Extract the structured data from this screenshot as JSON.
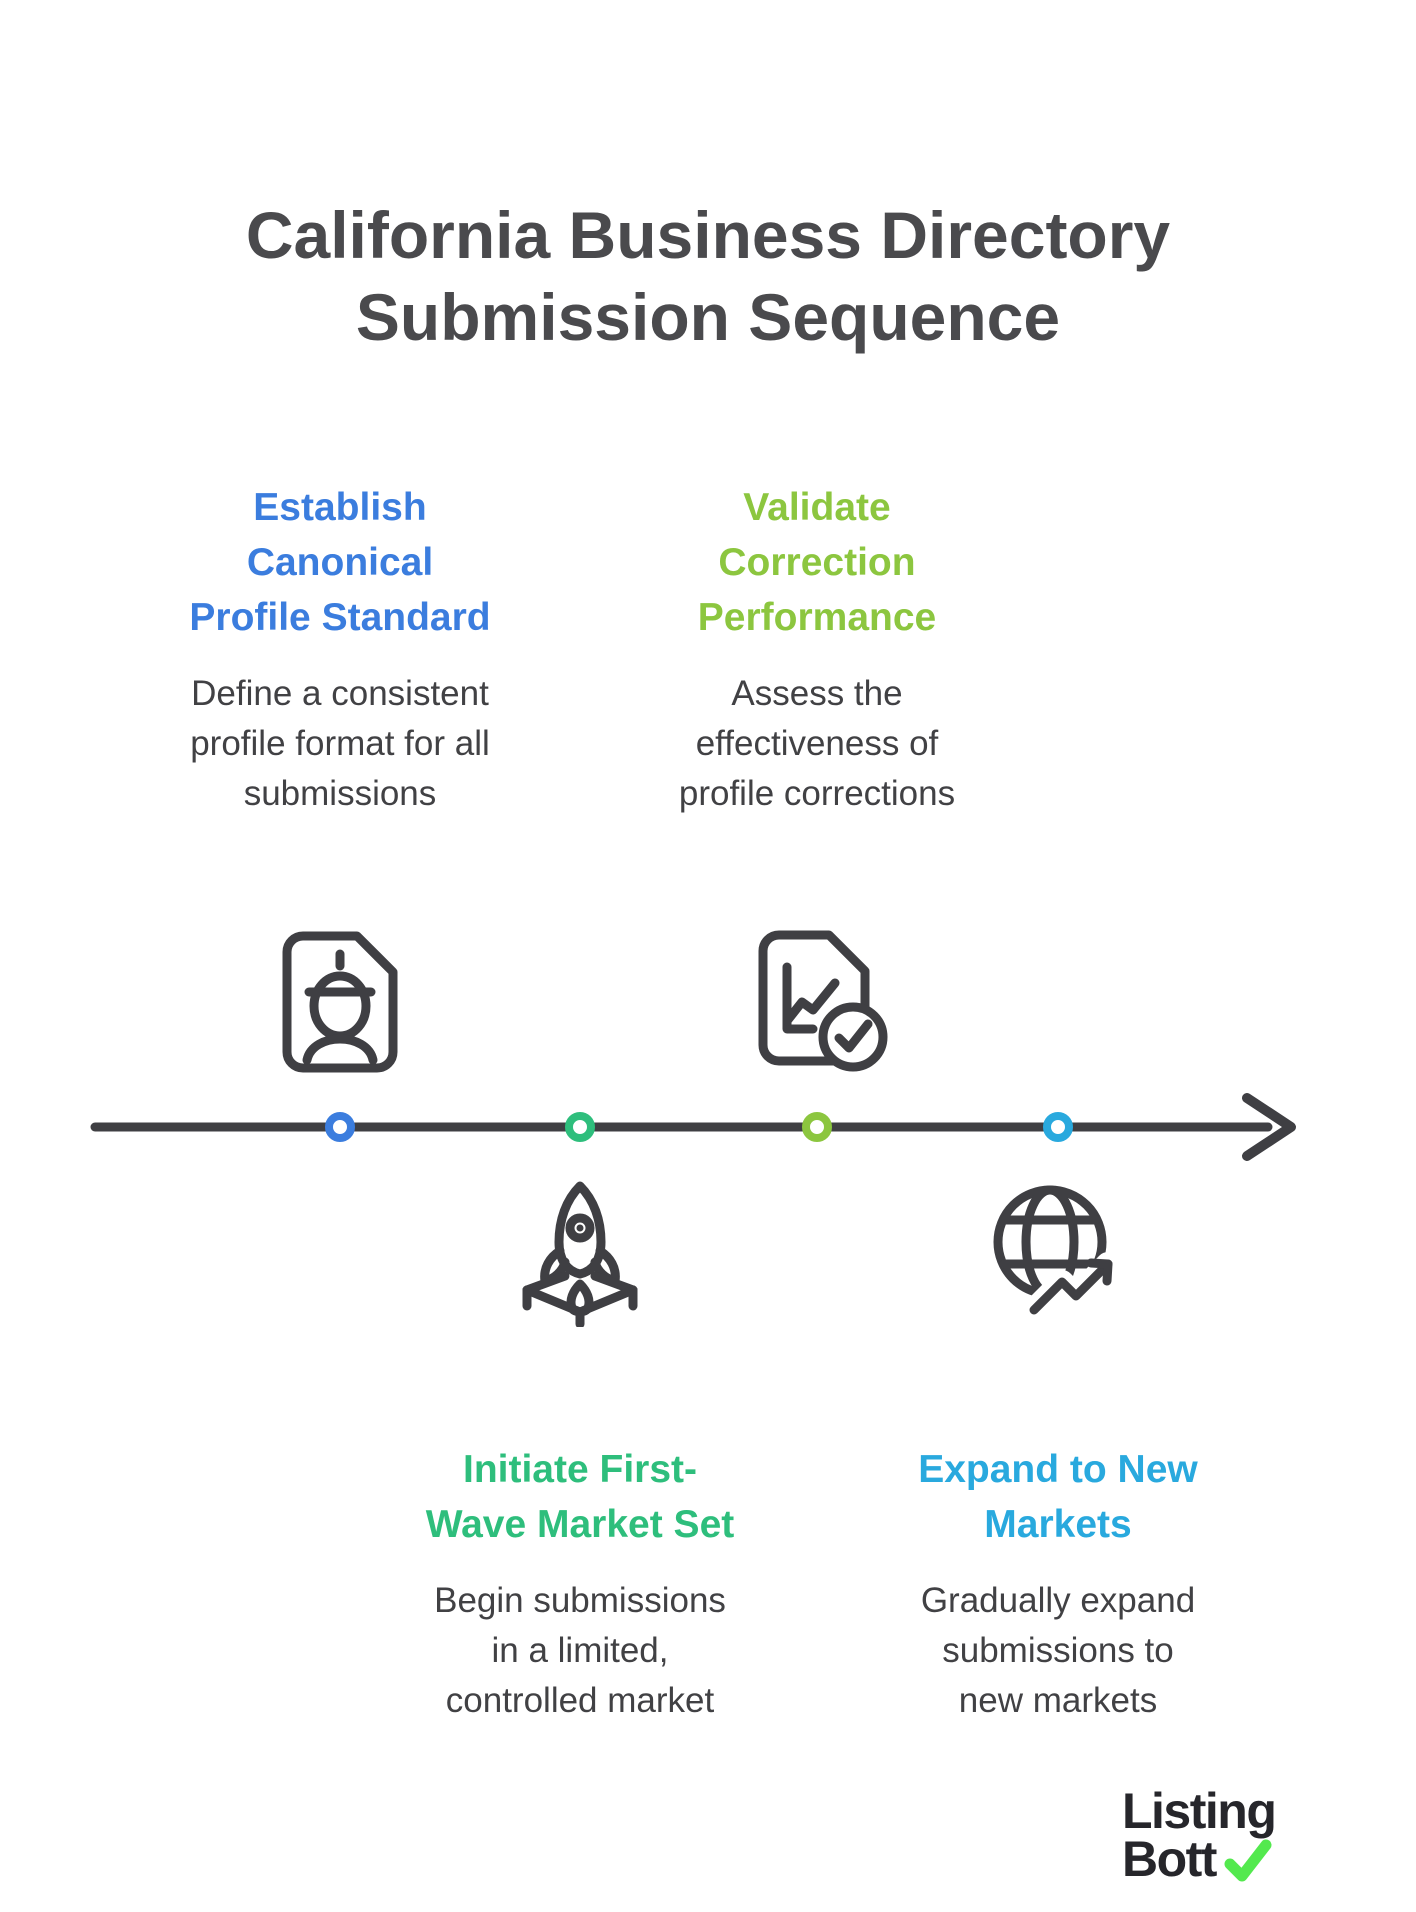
{
  "title": "California Business Directory\nSubmission Sequence",
  "colors": {
    "title_text": "#4a4a4d",
    "body_text": "#414144",
    "ink": "#3f3f43",
    "step_blue": "#3b7dde",
    "step_lime": "#8cc63f",
    "step_emerald": "#2ebe7c",
    "step_cyan": "#29a9de",
    "logo_text": "#26262b",
    "logo_check_green": "#53e94e"
  },
  "steps": [
    {
      "id": "establish",
      "title": "Establish\nCanonical\nProfile Standard",
      "description": "Define a consistent\nprofile format for all\nsubmissions",
      "color": "#3b7dde",
      "icon": "engineer-profile-document-icon"
    },
    {
      "id": "validate",
      "title": "Validate\nCorrection\nPerformance",
      "description": "Assess the\neffectiveness of\nprofile corrections",
      "color": "#8cc63f",
      "icon": "chart-check-document-icon"
    },
    {
      "id": "initiate",
      "title": "Initiate First-\nWave Market Set",
      "description": "Begin submissions\nin a limited,\ncontrolled market",
      "color": "#2ebe7c",
      "icon": "rocket-launch-icon"
    },
    {
      "id": "expand",
      "title": "Expand to New\nMarkets",
      "description": "Gradually expand\nsubmissions to\nnew markets",
      "color": "#29a9de",
      "icon": "globe-growth-icon"
    }
  ],
  "timeline": {
    "line_color": "#3f3f43",
    "node_order_step_index": [
      0,
      2,
      1,
      3
    ]
  },
  "logo": {
    "line1": "Listing",
    "line2": "Bott",
    "check_color": "#53e94e"
  }
}
